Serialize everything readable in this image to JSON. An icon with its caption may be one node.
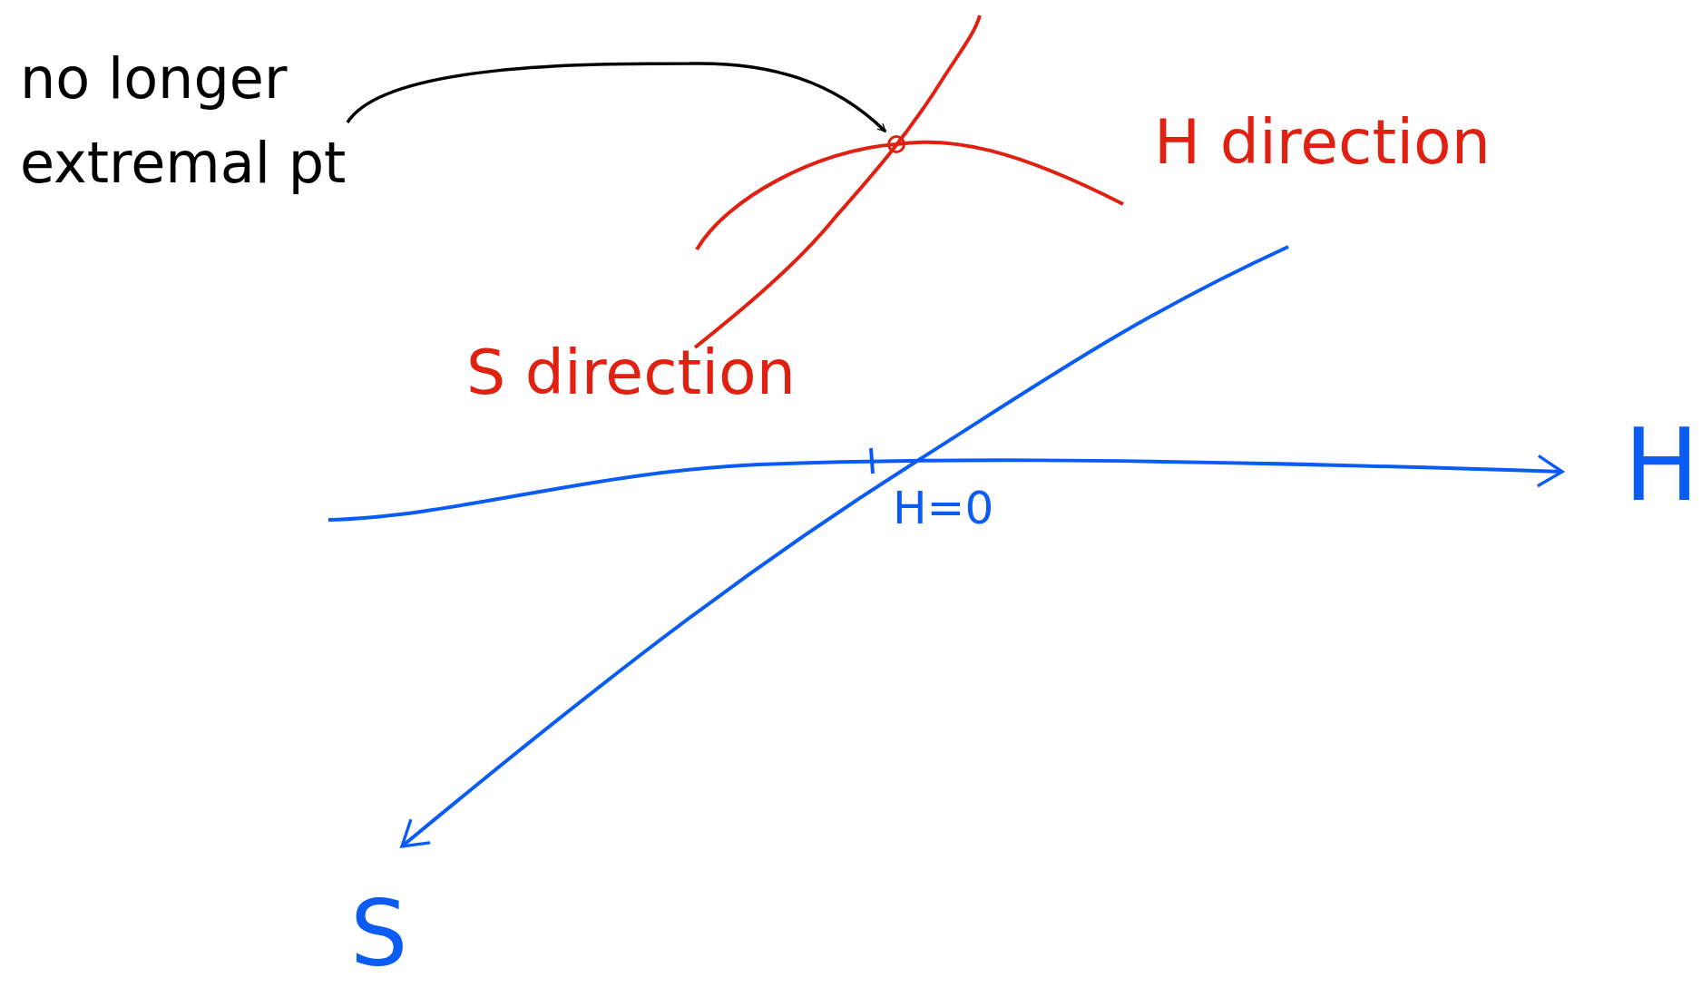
{
  "diagram": {
    "nodes": [
      {
        "text": [
          "no longer extremal pt"
        ]
      },
      {
        "text": [],
        "shape": "circle"
      }
    ],
    "edges": [
      {
        "from": 0,
        "to": 1,
        "arrow": "to"
      }
    ],
    "labels": [
      "H direction",
      "S direction",
      "H=0",
      "H",
      "S"
    ]
  }
}
